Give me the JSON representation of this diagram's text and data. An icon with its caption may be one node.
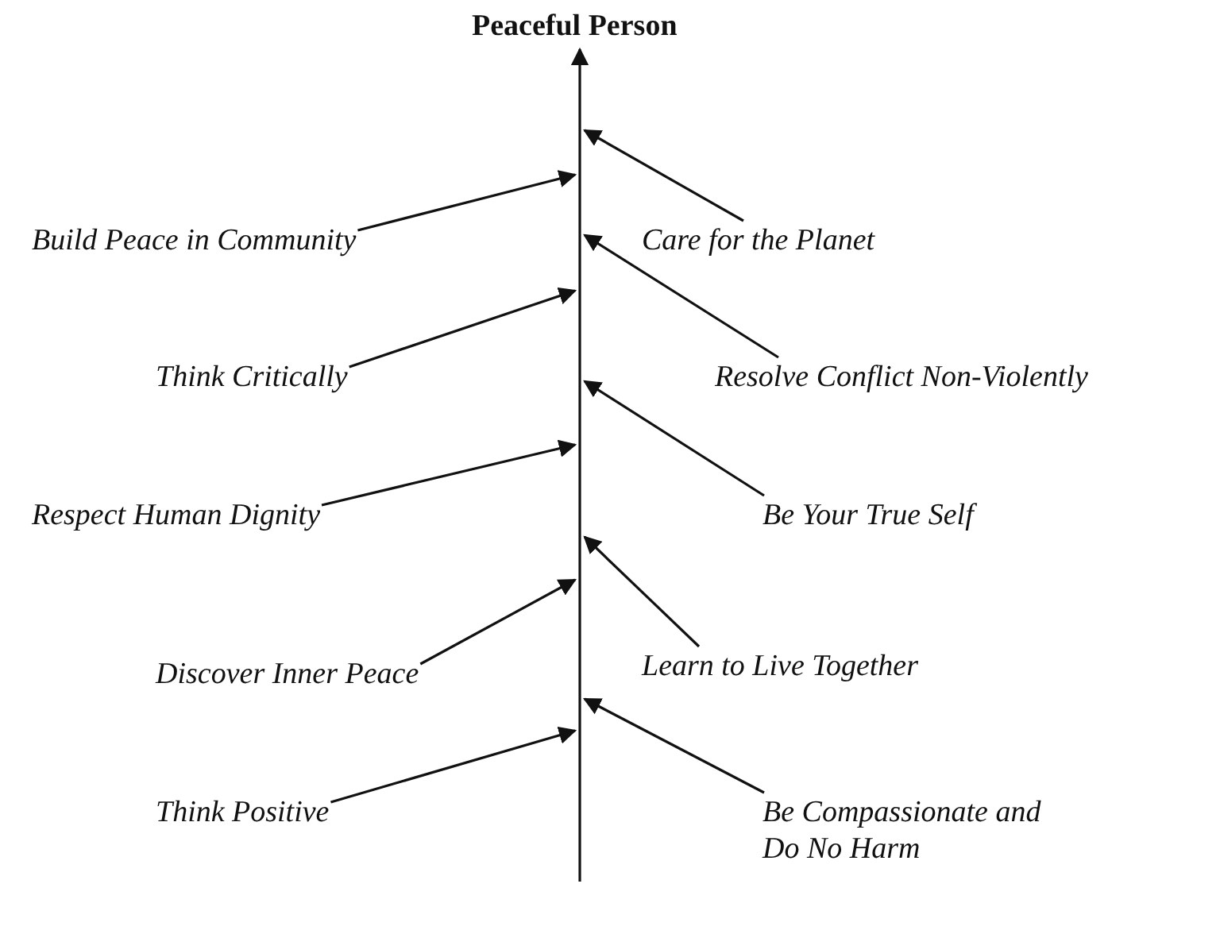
{
  "diagram": {
    "nodes": [
      {
        "text": [
          "Peaceful Person"
        ]
      },
      {
        "text": [
          "Build Peace in Community"
        ]
      },
      {
        "text": [
          "Care for the Planet"
        ]
      },
      {
        "text": [
          "Think Critically"
        ]
      },
      {
        "text": [
          "Resolve Conflict Non-Violently"
        ]
      },
      {
        "text": [
          "Respect Human Dignity"
        ]
      },
      {
        "text": [
          "Be Your True Self"
        ]
      },
      {
        "text": [
          "Discover Inner Peace"
        ]
      },
      {
        "text": [
          "Learn to Live Together"
        ]
      },
      {
        "text": [
          "Think Positive"
        ]
      },
      {
        "text": [
          "Be Compassionate and Do No Harm"
        ]
      }
    ],
    "edges": [
      {
        "from": null,
        "to": 0,
        "arrow": "to"
      },
      {
        "from": 1,
        "to": null,
        "arrow": "to"
      },
      {
        "from": 2,
        "to": null,
        "arrow": "to"
      },
      {
        "from": 3,
        "to": null,
        "arrow": "to"
      },
      {
        "from": 4,
        "to": null,
        "arrow": "to"
      },
      {
        "from": 5,
        "to": null,
        "arrow": "to"
      },
      {
        "from": 6,
        "to": null,
        "arrow": "to"
      },
      {
        "from": 7,
        "to": null,
        "arrow": "to"
      },
      {
        "from": 8,
        "to": null,
        "arrow": "to"
      },
      {
        "from": 9,
        "to": null,
        "arrow": "to"
      },
      {
        "from": 10,
        "to": null,
        "arrow": "to"
      }
    ]
  }
}
